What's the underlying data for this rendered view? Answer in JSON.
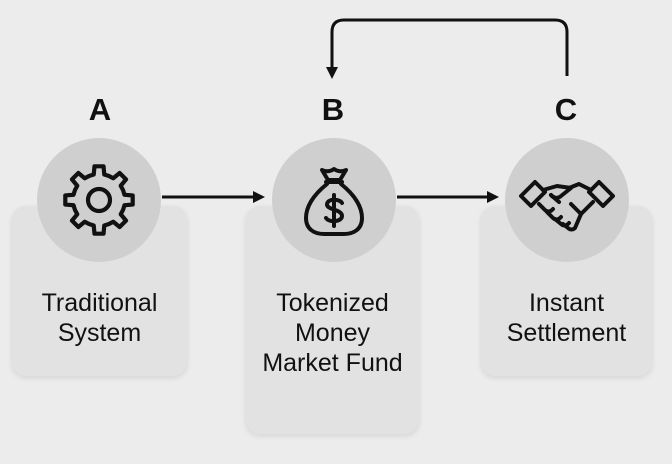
{
  "steps": [
    {
      "letter": "A",
      "label": "Traditional System",
      "icon": "gear-icon"
    },
    {
      "letter": "B",
      "label": "Tokenized Money Market Fund",
      "icon": "money-bag-icon"
    },
    {
      "letter": "C",
      "label": "Instant Settlement",
      "icon": "handshake-icon"
    }
  ],
  "colors": {
    "background": "#ececec",
    "card": "#e2e2e2",
    "circle": "#cfcfcf",
    "ink": "#111111"
  }
}
